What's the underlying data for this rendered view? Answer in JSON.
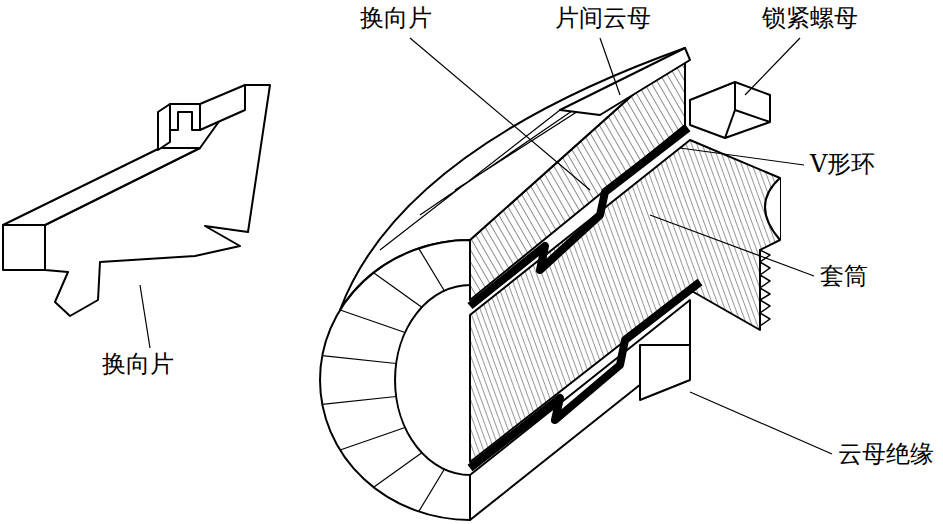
{
  "diagram": {
    "labels": [
      "换向片",
      "片间云母",
      "锁紧螺母",
      "V形环",
      "套筒",
      "换向片",
      "云母绝缘"
    ]
  }
}
